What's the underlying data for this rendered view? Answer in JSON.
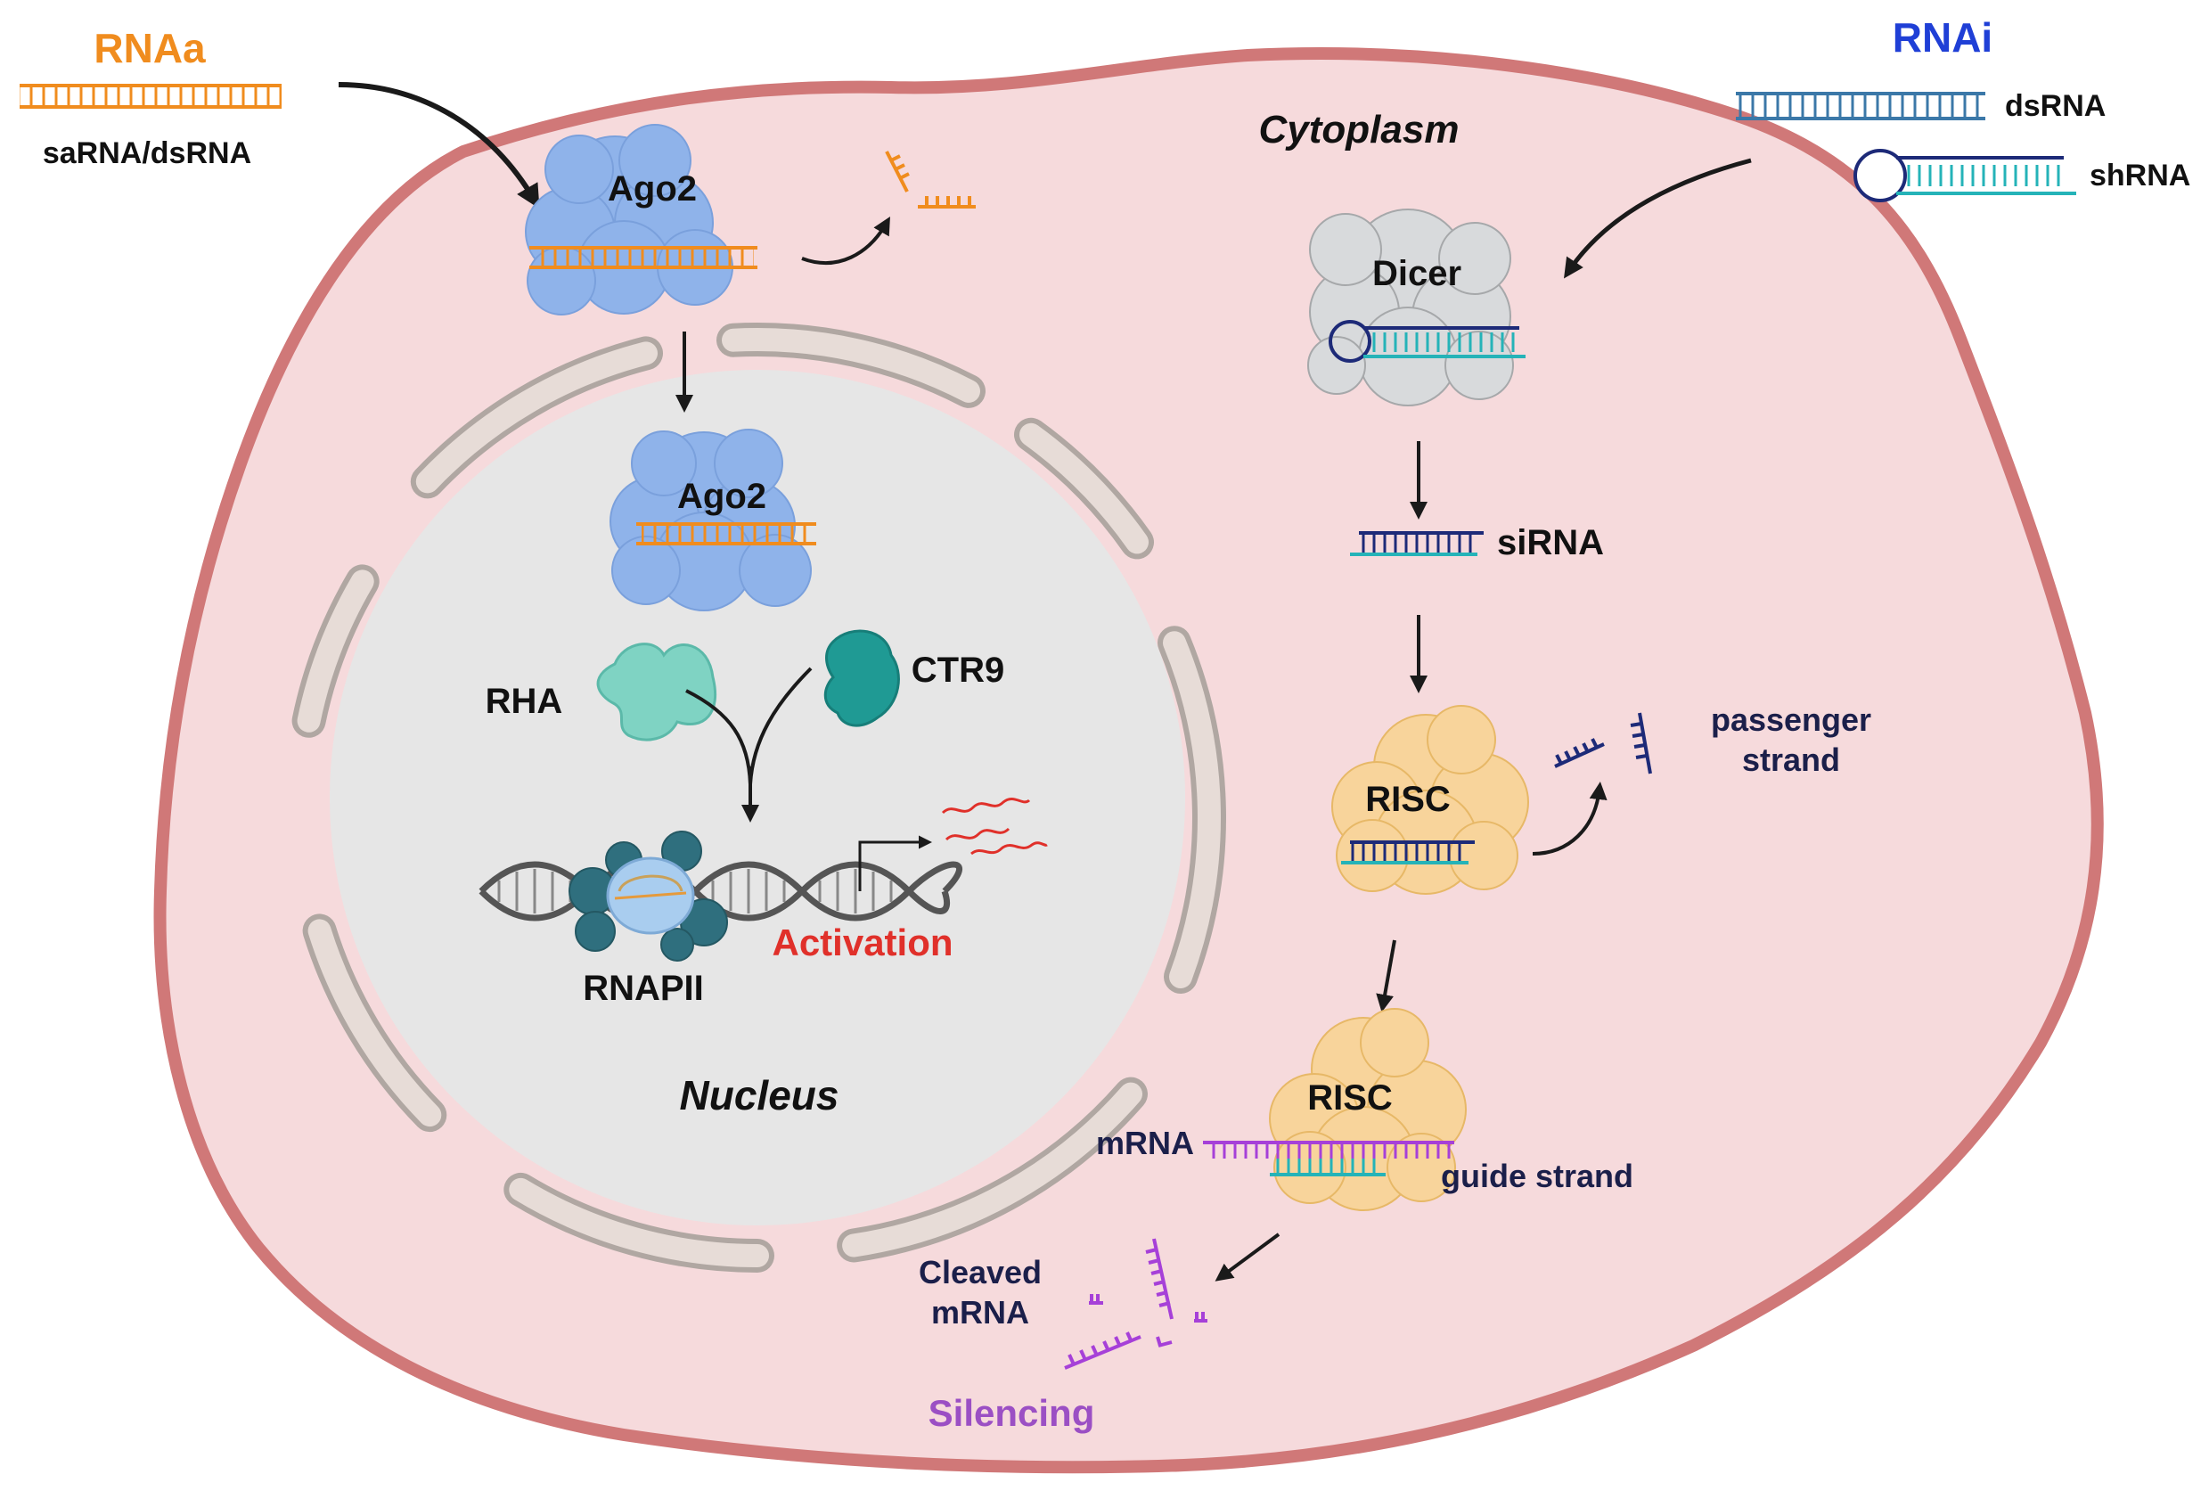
{
  "rnaa": {
    "title": "RNAa",
    "input_label": "saRNA/dsRNA",
    "ago2_cytoplasm": "Ago2",
    "ago2_nucleus": "Ago2",
    "rha": "RHA",
    "ctr9": "CTR9",
    "rnap": "RNAPII",
    "outcome": "Activation"
  },
  "rnai": {
    "title": "RNAi",
    "dsrna": "dsRNA",
    "shrna": "shRNA",
    "dicer": "Dicer",
    "sirna": "siRNA",
    "risc_1": "RISC",
    "passenger_line1": "passenger",
    "passenger_line2": "strand",
    "risc_2": "RISC",
    "mrna": "mRNA",
    "guide_strand": "guide strand",
    "cleaved_line1": "Cleaved",
    "cleaved_line2": "mRNA",
    "outcome": "Silencing"
  },
  "compartments": {
    "cytoplasm": "Cytoplasm",
    "nucleus": "Nucleus"
  },
  "colors": {
    "rnaa": "#f08c1e",
    "rnai": "#1f3fd6",
    "activation": "#e0302a",
    "silencing": "#9b4fc4",
    "dark_label": "#1b1f4a",
    "membrane": "#d07878",
    "cytoplasm_fill": "#f6dadc",
    "nucleus_fill": "#e6e6e6",
    "envelope": "#b0a7a2",
    "ago2": "#8fb3ea",
    "risc": "#f8d49b",
    "dicer": "#d8dadc",
    "dsrna_blue": "#3b78a8",
    "navy": "#1d2a78",
    "teal": "#25b3b8",
    "purple": "#a640d8"
  }
}
